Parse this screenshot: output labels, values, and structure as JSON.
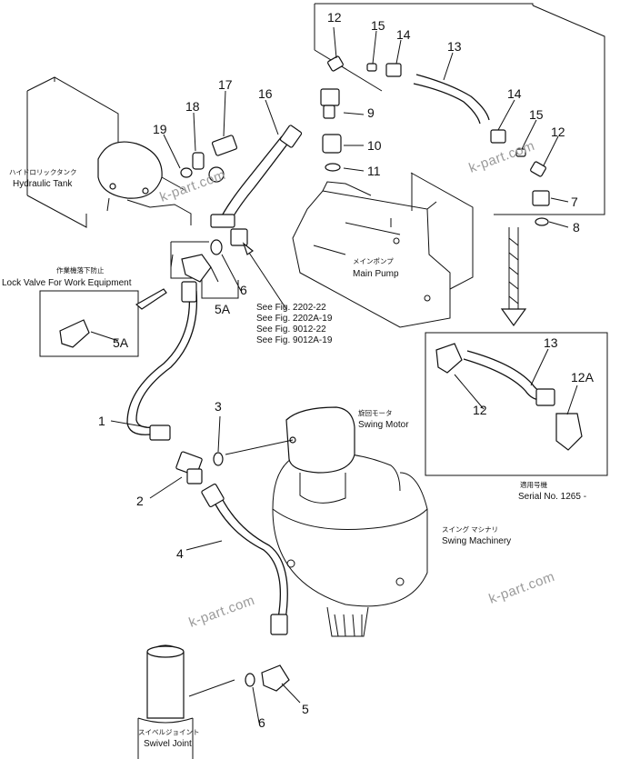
{
  "callouts": {
    "n12_top": "12",
    "n15_top": "15",
    "n14_top": "14",
    "n13_top": "13",
    "n14_right": "14",
    "n15_right": "15",
    "n12_right": "12",
    "n7": "7",
    "n8": "8",
    "n9": "9",
    "n10": "10",
    "n11": "11",
    "n16": "16",
    "n17": "17",
    "n18": "18",
    "n19": "19",
    "n5A_main": "5A",
    "n6_upper": "6",
    "n5A_inset": "5A",
    "n13_serial": "13",
    "n12A": "12A",
    "n12_serial": "12",
    "n1": "1",
    "n2": "2",
    "n3": "3",
    "n4": "4",
    "n5": "5",
    "n6_lower": "6"
  },
  "labels": {
    "hydraulic_tank_jp": "ハイドロリックタンク",
    "hydraulic_tank_en": "Hydraulic Tank",
    "lock_valve_jp": "作業機落下防止",
    "lock_valve_en": "Lock Valve For Work Equipment",
    "main_pump_jp": "メインポンプ",
    "main_pump_en": "Main Pump",
    "swing_motor_jp": "旋回モータ",
    "swing_motor_en": "Swing Motor",
    "swing_machinery_jp": "スイング マシナリ",
    "swing_machinery_en": "Swing Machinery",
    "swivel_joint_jp": "スイベルジョイント",
    "swivel_joint_en": "Swivel Joint",
    "serial_jp": "適用号機",
    "serial_en": "Serial No. 1265 -"
  },
  "see_figs": [
    "See Fig. 2202-22",
    "See Fig. 2202A-19",
    "See Fig. 9012-22",
    "See Fig. 9012A-19"
  ],
  "watermarks": [
    "k-part.com",
    "k-part.com",
    "k-part.com",
    "k-part.com"
  ]
}
